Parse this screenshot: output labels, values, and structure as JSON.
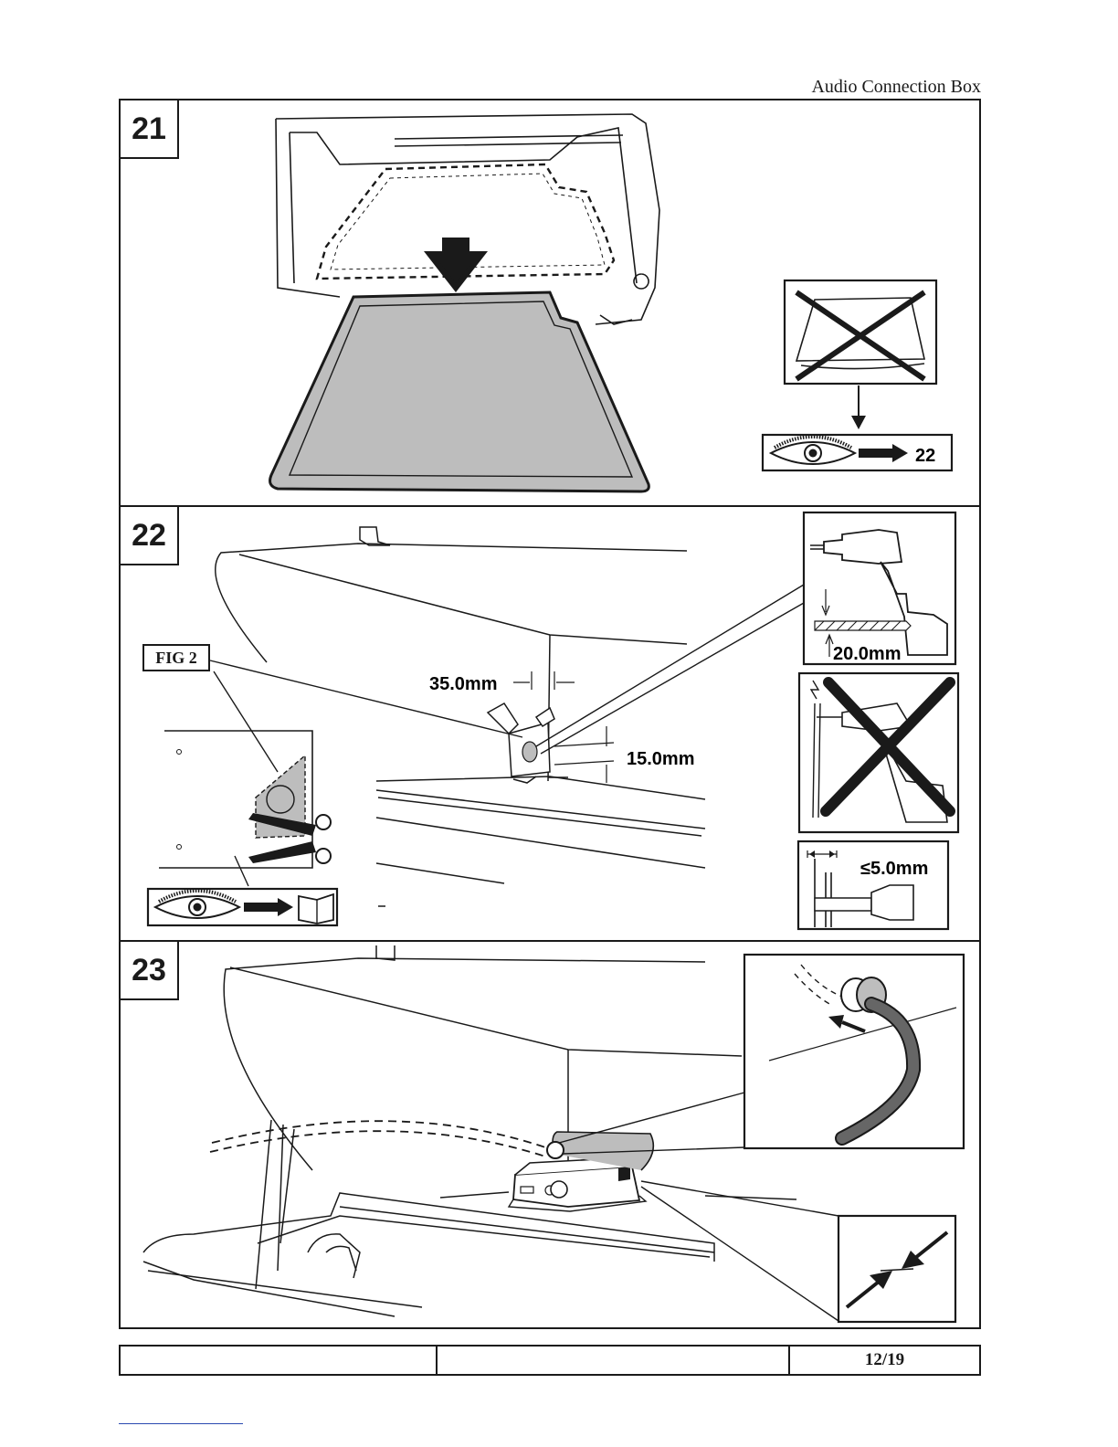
{
  "header": {
    "title": "Audio Connection Box"
  },
  "steps": [
    {
      "number": "21",
      "next_step_ref": "22"
    },
    {
      "number": "22",
      "fig_label": "FIG 2",
      "dimensions": {
        "offset_horizontal": "35.0mm",
        "offset_vertical": "15.0mm",
        "drill_diameter": "20.0mm",
        "max_depth": "≤5.0mm"
      }
    },
    {
      "number": "23"
    }
  ],
  "footer": {
    "page": "12/19"
  },
  "colors": {
    "ink": "#1a1a1a",
    "grey_fill": "#bdbdbd",
    "cable": "#666666"
  }
}
